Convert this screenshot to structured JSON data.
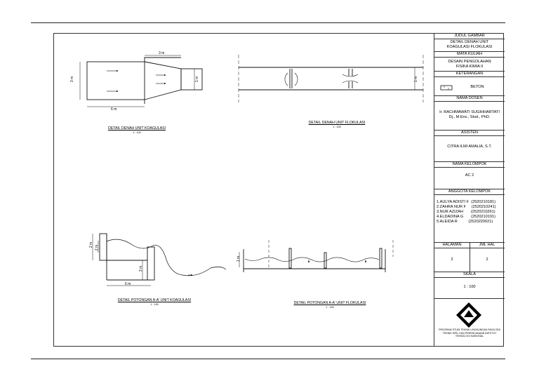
{
  "titleblock": {
    "judul_gambar_label": "JUDUL GAMBAR",
    "judul_gambar": "DETAIL DENAH UNIT KOAGULASI FLOKULASI",
    "mata_kuliah_label": "MATA KULIAH",
    "mata_kuliah": "DESAIN PENGOLAHAN FISIKA KIMIA II",
    "keterangan_label": "KETERANGAN",
    "legend_beton": "BETON",
    "nama_dosen_label": "NAMA DOSEN",
    "nama_dosen": "Ir. RACHMAWATI SUGIHHARTATI Dj., M.Env., Stud., PhD.",
    "asisten_label": "ASISTEN",
    "asisten": "CITRA ILMI AMALIA, S.T.",
    "nama_kelompok_label": "NAMA KELOMPOK",
    "nama_kelompok": "AC 2",
    "anggota_label": "ANGGOTA KELOMPOK",
    "anggota": "1.AULYA ADISTI F  (2520210181)\n2.ZAHRA NUR F     (2520210241)\n3.NUR AZIZAH       (2520210261)\n4.ELDADINA G       (2520210191)\n5.ALEIDA R          (2520220021)",
    "halaman_label": "HALAMAN",
    "jml_hal_label": "JML HAL",
    "halaman": "2",
    "jml_hal": "2",
    "skala_label": "SKALA",
    "skala": "1 : 100",
    "institusi": "PROGRAM STUDI TEKNIK LINGKUNGAN FAKULTAS TEKNIK SIPIL DAN PERENCANAAN INSTITUT TEKNOLOGI NASIONAL"
  },
  "drawings": {
    "denah_koagulasi": {
      "title": "DETAIL DENAH UNIT KOAGULASI",
      "scale": "1 : 100",
      "dim_width": "6 m",
      "dim_top": "3 m",
      "dim_height": "3 m",
      "dim_outlet": "1 m"
    },
    "denah_flokulasi": {
      "title": "DETAIL DENAH UNIT FLOKULASI",
      "scale": "1 : 100",
      "dim_height": "1 m"
    },
    "potongan_koagulasi": {
      "title": "DETAIL POTONGAN A-A' UNIT KOAGULASI",
      "scale": "1 : 100",
      "dim_width": "6 m",
      "dim_a": "2 m",
      "dim_b": "2 m",
      "dim_c": "3 m"
    },
    "potongan_flokulasi": {
      "title": "DETAIL POTONGAN A-A' UNIT FLOKULASI",
      "scale": "1 : 100",
      "dim_height": "1 m"
    }
  }
}
